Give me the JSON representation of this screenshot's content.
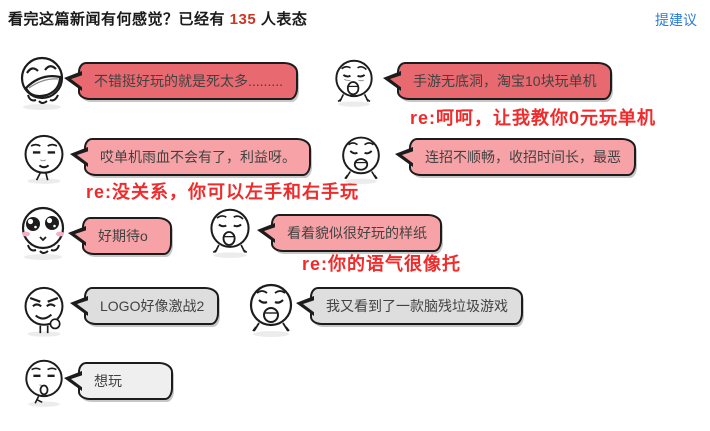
{
  "header": {
    "question": "看完这篇新闻有何感觉？已经有 ",
    "count": "135",
    "suffix": " 人表态",
    "suggest_link": "提建议"
  },
  "colors": {
    "count_red": "#cc3424",
    "link_blue": "#2a7cd5",
    "reply_red": "#ef2b2b",
    "bubble_red": "#e8696f",
    "bubble_pink": "#f7a2a7",
    "bubble_gray": "#dedede",
    "bubble_light": "#efefef"
  },
  "comments": [
    {
      "face": "laughing-meme-face",
      "tone": "red",
      "text": "不错挺好玩的就是死太多........."
    },
    {
      "face": "crying-meme-face",
      "tone": "red",
      "text": "手游无底洞，淘宝10块玩单机",
      "reply": "re:呵呵，让我教你0元玩单机"
    },
    {
      "face": "stern-meme-face",
      "tone": "pink",
      "text": "哎单机雨血不会有了，利益呀。",
      "reply": "re:没关系，你可以左手和右手玩"
    },
    {
      "face": "crying-meme-face",
      "tone": "pink",
      "text": "连招不顺畅，收招时间长，最恶"
    },
    {
      "face": "cute-meme-face",
      "tone": "pink",
      "text": "好期待o"
    },
    {
      "face": "crying-meme-face",
      "tone": "pink",
      "text": "看着貌似很好玩的样纸",
      "reply": "re:你的语气很像托"
    },
    {
      "face": "smug-meme-face",
      "tone": "gray",
      "text": "LOGO好像激战2"
    },
    {
      "face": "crying-meme-face",
      "tone": "gray",
      "text": "我又看到了一款脑残垃圾游戏"
    },
    {
      "face": "stern-meme-face",
      "tone": "light",
      "text": "想玩"
    }
  ]
}
